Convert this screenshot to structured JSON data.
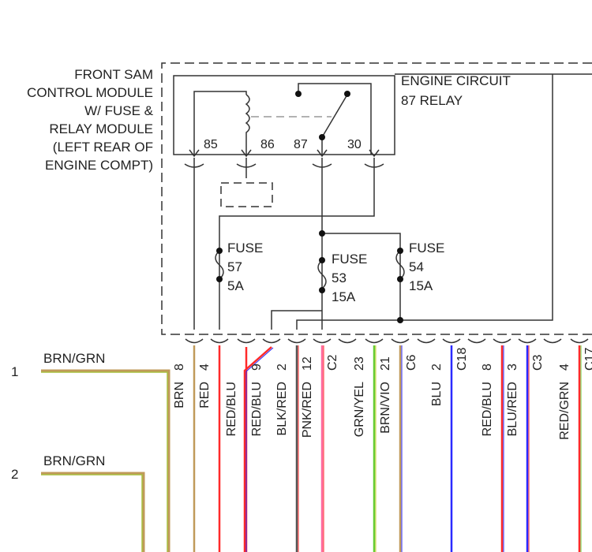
{
  "module": {
    "lines": [
      "FRONT SAM",
      "CONTROL MODULE",
      "W/ FUSE &",
      "RELAY MODULE",
      "(LEFT REAR OF",
      "ENGINE COMPT)"
    ]
  },
  "relay": {
    "lines": [
      "ENGINE CIRCUIT",
      "87 RELAY"
    ],
    "pins": [
      "85",
      "86",
      "87",
      "30"
    ]
  },
  "fuses": [
    {
      "label": "FUSE",
      "number": "57",
      "rating": "5A"
    },
    {
      "label": "FUSE",
      "number": "53",
      "rating": "15A"
    },
    {
      "label": "FUSE",
      "number": "54",
      "rating": "15A"
    }
  ],
  "rows": [
    "1",
    "2"
  ],
  "left_wires": [
    "BRN/GRN",
    "BRN/GRN"
  ],
  "wire_colors": {
    "brown": "#c09a5a",
    "red": "#ff2a2a",
    "blue": "#2a2aff",
    "pink": "#ff6aa0",
    "green": "#66cc33",
    "yellow_green": "#c8d030",
    "dark": "#555555"
  },
  "connectors": [
    {
      "pin": "8",
      "wire": "BRN"
    },
    {
      "pin": "4",
      "wire": "RED"
    },
    {
      "pin": "",
      "wire": "RED/BLU"
    },
    {
      "pin": "9",
      "wire": "RED/BLU"
    },
    {
      "pin": "2",
      "wire": "BLK/RED"
    },
    {
      "pin": "12",
      "wire": "PNK/RED"
    },
    {
      "pin": "C2",
      "wire": ""
    },
    {
      "pin": "23",
      "wire": "GRN/YEL"
    },
    {
      "pin": "21",
      "wire": "BRN/VIO"
    },
    {
      "pin": "C6",
      "wire": ""
    },
    {
      "pin": "2",
      "wire": "BLU"
    },
    {
      "pin": "C18",
      "wire": ""
    },
    {
      "pin": "8",
      "wire": "RED/BLU"
    },
    {
      "pin": "3",
      "wire": "BLU/RED"
    },
    {
      "pin": "C3",
      "wire": ""
    },
    {
      "pin": "4",
      "wire": "RED/GRN"
    },
    {
      "pin": "C17",
      "wire": ""
    }
  ]
}
